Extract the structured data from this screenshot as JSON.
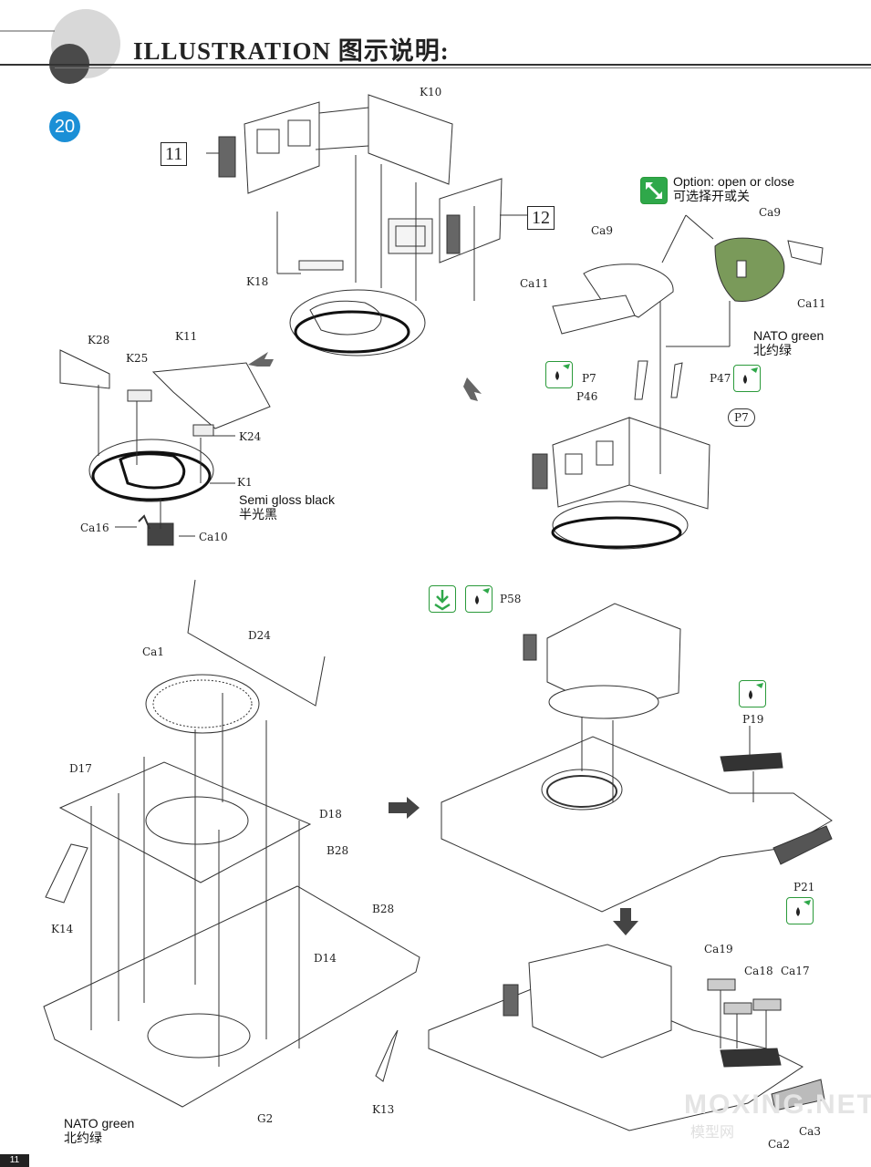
{
  "header": {
    "title": "ILLUSTRATION 图示说明:"
  },
  "step": {
    "number": "20"
  },
  "box_numbers": {
    "left": "11",
    "right": "12"
  },
  "notes": {
    "option_line1": "Option: open or close",
    "option_line2": "可选择开或关",
    "nato_top_line1": "NATO green",
    "nato_top_line2": "北约绿",
    "semi_gloss_line1": "Semi gloss black",
    "semi_gloss_line2": "半光黑",
    "nato_bottom_line1": "NATO green",
    "nato_bottom_line2": "北约绿"
  },
  "labels": {
    "K10": "K10",
    "K18": "K18",
    "K28": "K28",
    "K25": "K25",
    "K11": "K11",
    "K24": "K24",
    "K1": "K1",
    "Ca16": "Ca16",
    "Ca10": "Ca10",
    "Ca9_a": "Ca9",
    "Ca9_b": "Ca9",
    "Ca11_a": "Ca11",
    "Ca11_b": "Ca11",
    "P7": "P7",
    "P46": "P46",
    "P47": "P47",
    "P7_circle": "P7",
    "P58": "P58",
    "P19": "P19",
    "P21": "P21",
    "Ca1": "Ca1",
    "D24": "D24",
    "D17": "D17",
    "D18": "D18",
    "B28_a": "B28",
    "B28_b": "B28",
    "K14": "K14",
    "D14": "D14",
    "K13": "K13",
    "G2": "G2",
    "Ca19": "Ca19",
    "Ca18": "Ca18",
    "Ca17": "Ca17",
    "Ca2": "Ca2",
    "Ca3": "Ca3"
  },
  "colors": {
    "accent_blue": "#1b8fd6",
    "nato_green": "#7a9a5a",
    "icon_green": "#2fa84a",
    "dark_part": "#444444"
  },
  "icons": {
    "option_icon": "expand-arrows-icon",
    "paint_icon": "paint-drop-icon",
    "glue_icon": "glue-down-icon"
  },
  "footer": {
    "page_number": "11",
    "watermark": "MOXING.NET",
    "watermark_cn": "模型网"
  }
}
